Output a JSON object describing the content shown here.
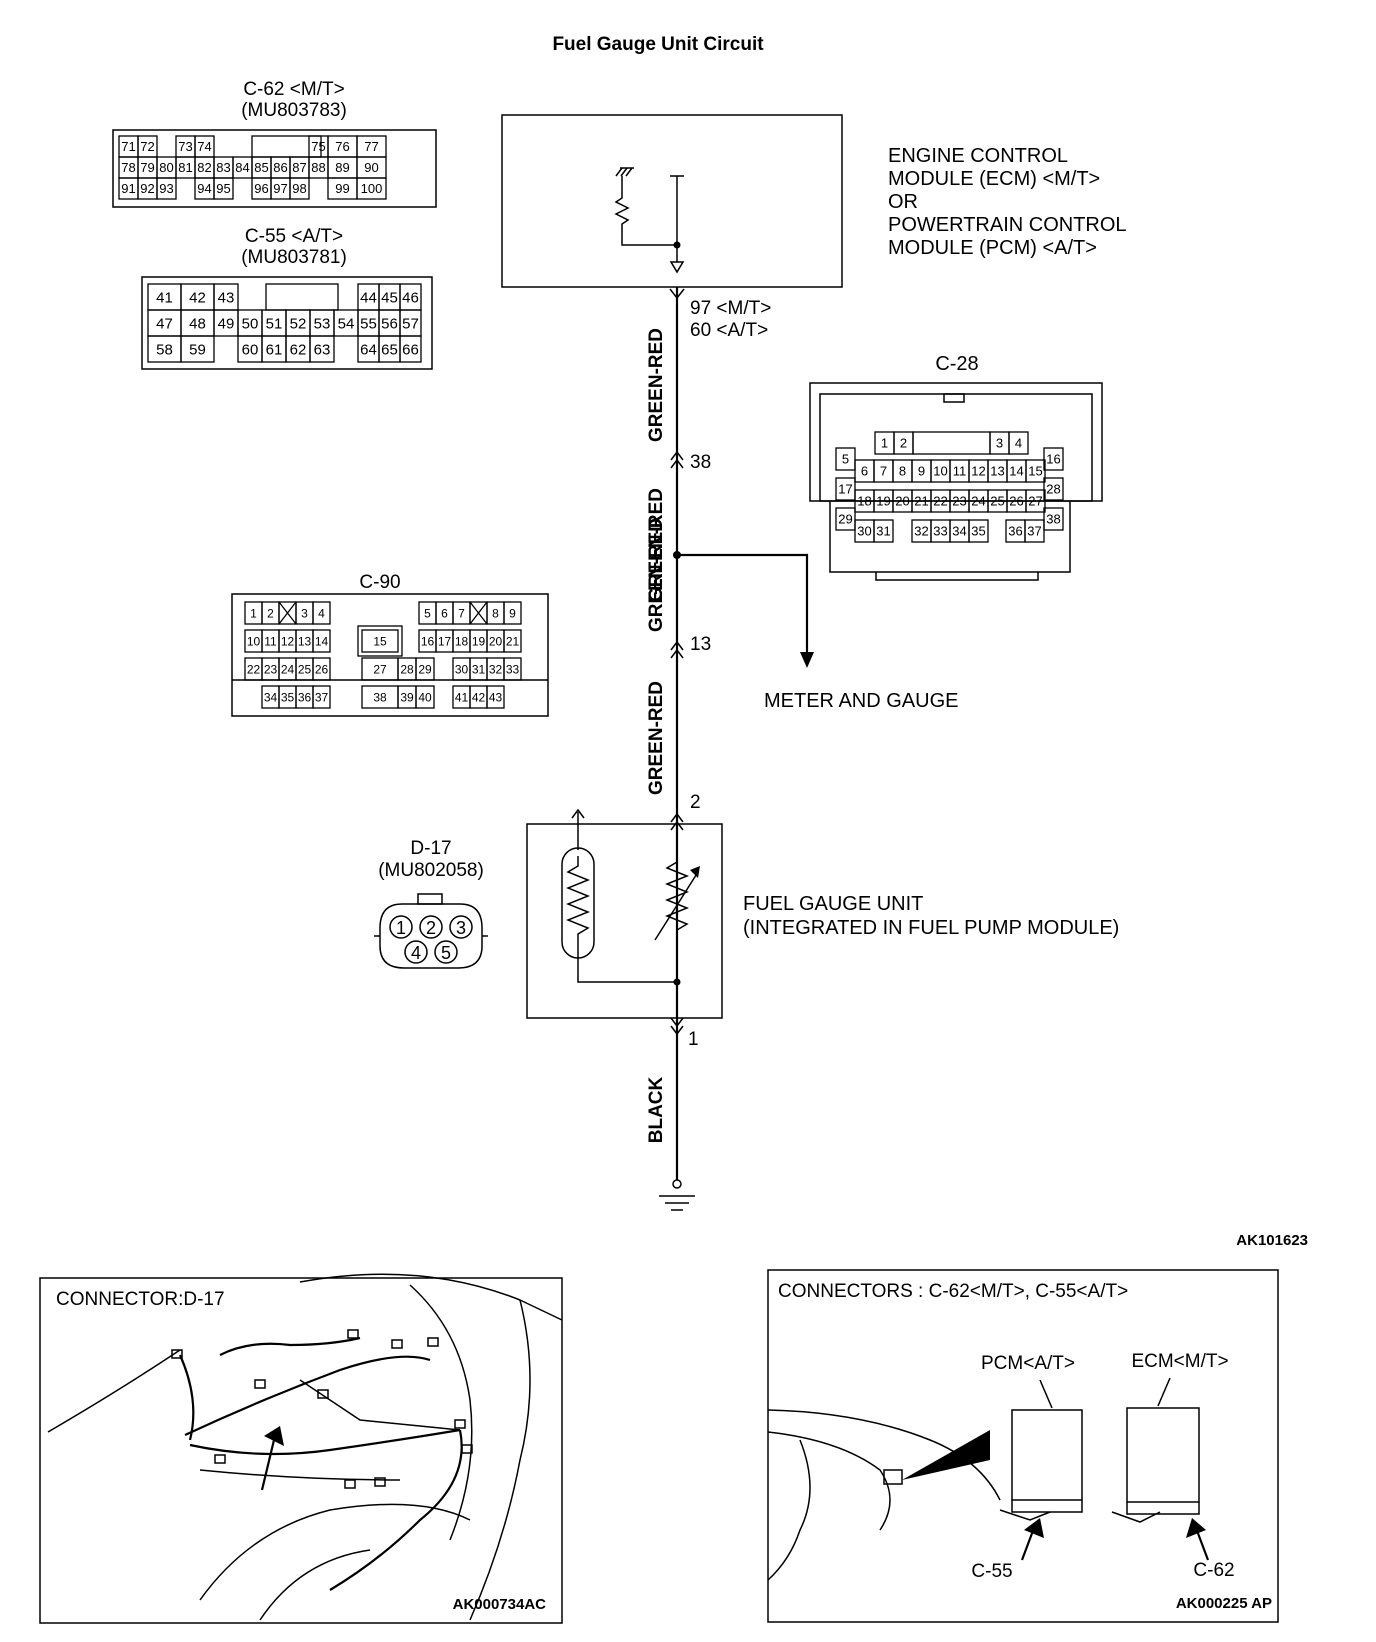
{
  "title": "Fuel Gauge Unit Circuit",
  "diagram_code": "AK101623",
  "ecm": {
    "line1": "ENGINE CONTROL",
    "line2": "MODULE (ECM) <M/T>",
    "line3": "OR",
    "line4": "POWERTRAIN CONTROL",
    "line5": "MODULE (PCM) <A/T>"
  },
  "pin_ecm_mt": "97 <M/T>",
  "pin_ecm_at": "60 <A/T>",
  "wire_colors": {
    "seg1": "GREEN-RED",
    "seg2": "GREEN-RED",
    "seg3": "GREEN-RED",
    "seg4": "GREEN-RED",
    "seg5": "BLACK"
  },
  "pins": {
    "p38": "38",
    "p13": "13",
    "p2": "2",
    "p1": "1"
  },
  "meter_label": "METER AND GAUGE",
  "fuel_gauge_unit": {
    "line1": "FUEL GAUGE UNIT",
    "line2": "(INTEGRATED IN FUEL PUMP MODULE)"
  },
  "c62": {
    "name": "C-62 <M/T>",
    "part": "(MU803783)",
    "rows": [
      [
        "71",
        "72",
        "",
        "73",
        "74",
        "",
        "",
        "",
        "",
        "",
        "75",
        "76",
        "77"
      ],
      [
        "78",
        "79",
        "80",
        "81",
        "82",
        "83",
        "84",
        "85",
        "86",
        "87",
        "88",
        "89",
        "90"
      ],
      [
        "91",
        "92",
        "93",
        "",
        "94",
        "95",
        "",
        "96",
        "97",
        "98",
        "",
        "99",
        "100"
      ]
    ]
  },
  "c55": {
    "name": "C-55 <A/T>",
    "part": "(MU803781)",
    "rows": [
      [
        "41",
        "42",
        "43",
        "",
        "",
        "",
        "",
        "",
        "44",
        "45",
        "46"
      ],
      [
        "47",
        "48",
        "49",
        "50",
        "51",
        "52",
        "53",
        "54",
        "55",
        "56",
        "57"
      ],
      [
        "58",
        "59",
        "",
        "60",
        "61",
        "62",
        "63",
        "",
        "64",
        "65",
        "66"
      ]
    ]
  },
  "c28": {
    "name": "C-28",
    "pins": [
      "1",
      "2",
      "3",
      "4",
      "5",
      "6",
      "7",
      "8",
      "9",
      "10",
      "11",
      "12",
      "13",
      "14",
      "15",
      "16",
      "17",
      "28",
      "18",
      "19",
      "20",
      "21",
      "22",
      "23",
      "24",
      "25",
      "26",
      "27",
      "29",
      "38",
      "30",
      "31",
      "32",
      "33",
      "34",
      "35",
      "36",
      "37"
    ]
  },
  "c90": {
    "name": "C-90",
    "pins": [
      "1",
      "2",
      "3",
      "4",
      "5",
      "6",
      "7",
      "8",
      "9",
      "10",
      "11",
      "12",
      "13",
      "14",
      "15",
      "16",
      "17",
      "18",
      "19",
      "20",
      "21",
      "22",
      "23",
      "24",
      "25",
      "26",
      "27",
      "28",
      "29",
      "30",
      "31",
      "32",
      "33",
      "34",
      "35",
      "36",
      "37",
      "38",
      "39",
      "40",
      "41",
      "42",
      "43"
    ]
  },
  "d17": {
    "name": "D-17",
    "part": "(MU802058)",
    "pins": [
      "1",
      "2",
      "3",
      "4",
      "5"
    ]
  },
  "panel_left": {
    "title": "CONNECTOR:D-17",
    "code": "AK000734AC"
  },
  "panel_right": {
    "title": "CONNECTORS : C-62<M/T>, C-55<A/T>",
    "pcm": "PCM<A/T>",
    "ecm": "ECM<M/T>",
    "c55": "C-55",
    "c62": "C-62",
    "code": "AK000225 AP"
  }
}
